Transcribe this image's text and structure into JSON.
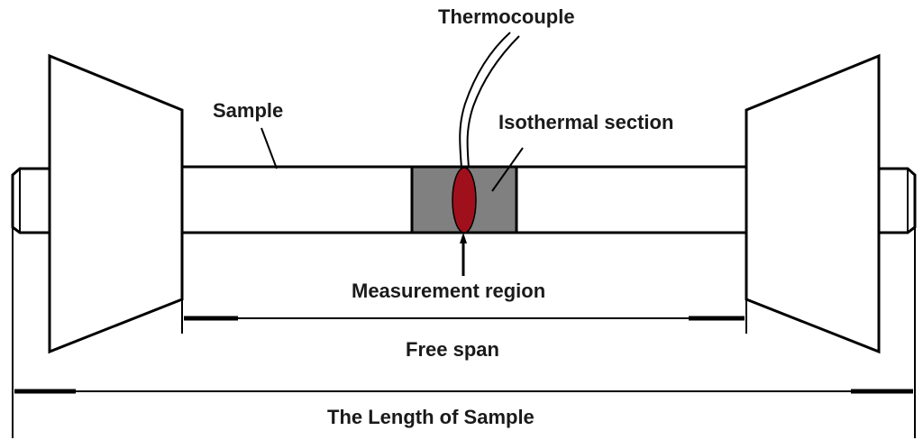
{
  "labels": {
    "thermocouple": "Thermocouple",
    "sample": "Sample",
    "isothermal_section": "Isothermal section",
    "measurement_region": "Measurement region",
    "free_span": "Free span",
    "length_of_sample": "The Length of Sample"
  },
  "colors": {
    "isothermal_fill": "#808080",
    "measurement_fill": "#a0101c",
    "line": "#000000",
    "text": "#1a1a1a"
  }
}
